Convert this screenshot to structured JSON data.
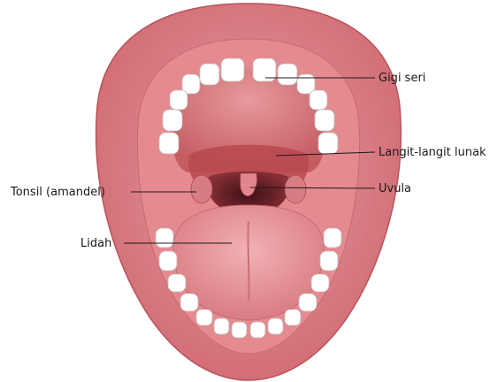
{
  "labels": {
    "gigi_seri": "Gigi seri",
    "langit_langit_lunak": "Langit-langit lunak",
    "uvula": "Uvula",
    "tonsil": "Tonsil (amandel)",
    "lidah": "Lidah"
  },
  "colors": {
    "lip_outer": "#d9727a",
    "lip_inner": "#c75a63",
    "gum": "#e58a8f",
    "palate": "#d06a6f",
    "soft_palate": "#b94850",
    "throat": "#5a1e24",
    "tongue": "#e8959a",
    "teeth": "#ffffff",
    "leader_line": "#1a1a1a"
  }
}
